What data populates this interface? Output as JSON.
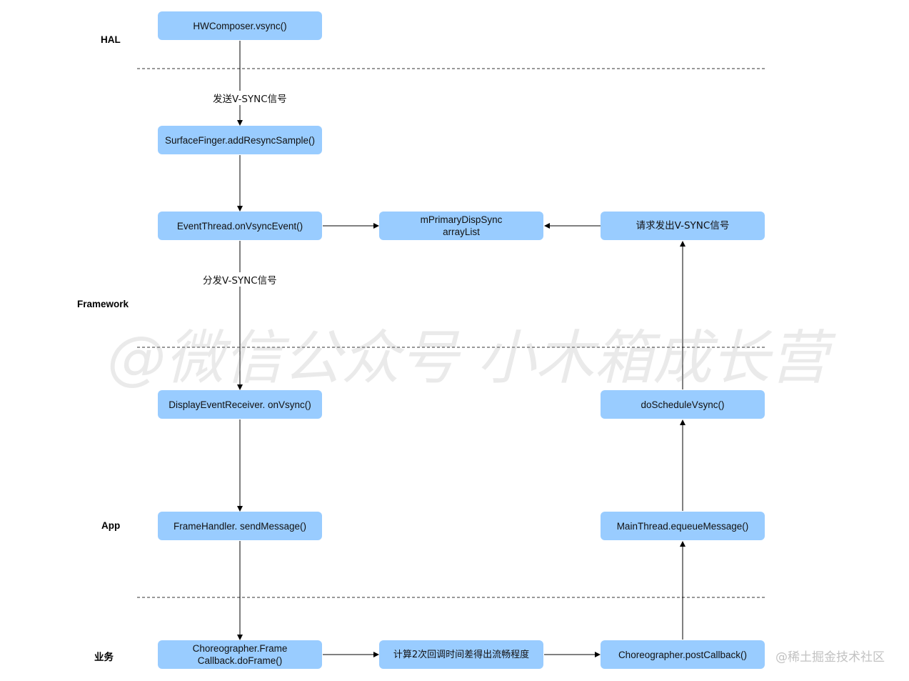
{
  "layers": {
    "hal": "HAL",
    "framework": "Framework",
    "app": "App",
    "business": "业务"
  },
  "nodes": {
    "hwcomposer": "HWComposer.vsync()",
    "surfacefinger": "SurfaceFinger.addResyncSample()",
    "eventthread": "EventThread.onVsyncEvent()",
    "dispsync": "mPrimaryDispSync\narrayList",
    "request_vsync": "请求发出V-SYNC信号",
    "displayeventreceiver": "DisplayEventReceiver. onVsync()",
    "doschedule": "doScheduleVsync()",
    "framehandler": "FrameHandler. sendMessage()",
    "mainthread": "MainThread.equeueMessage()",
    "choreographer_frame": "Choreographer.Frame\nCallback.doFrame()",
    "calc": "计算2次回调时间差得出流畅程度",
    "postcallback": "Choreographer.postCallback()"
  },
  "edge_labels": {
    "send_vsync": "发送V-SYNC信号",
    "dispatch_vsync": "分发V-SYNC信号"
  },
  "watermarks": {
    "main": "@微信公众号 小木箱成长营",
    "corner": "@稀土掘金技术社区"
  },
  "colors": {
    "node_fill": "#99ccff",
    "line": "#000000"
  }
}
